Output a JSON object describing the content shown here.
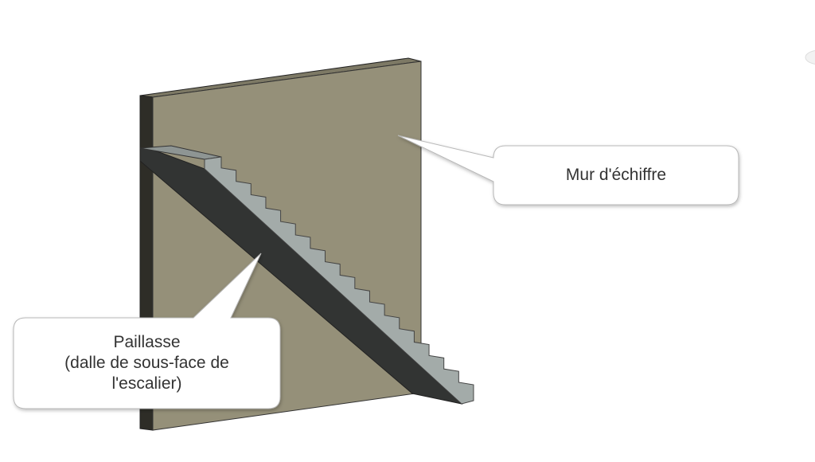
{
  "callouts": {
    "wall": {
      "text": "Mur d'échiffre"
    },
    "slab": {
      "line1": "Paillasse",
      "line2": "(dalle de sous-face de",
      "line3": "l'escalier)"
    }
  },
  "colors": {
    "wall_face": "#959079",
    "wall_edge": "#2e2d27",
    "slab_underside": "#323433",
    "steps": "#a3aba9",
    "callout_fill": "#ffffff",
    "callout_border": "#b8b8b8"
  }
}
